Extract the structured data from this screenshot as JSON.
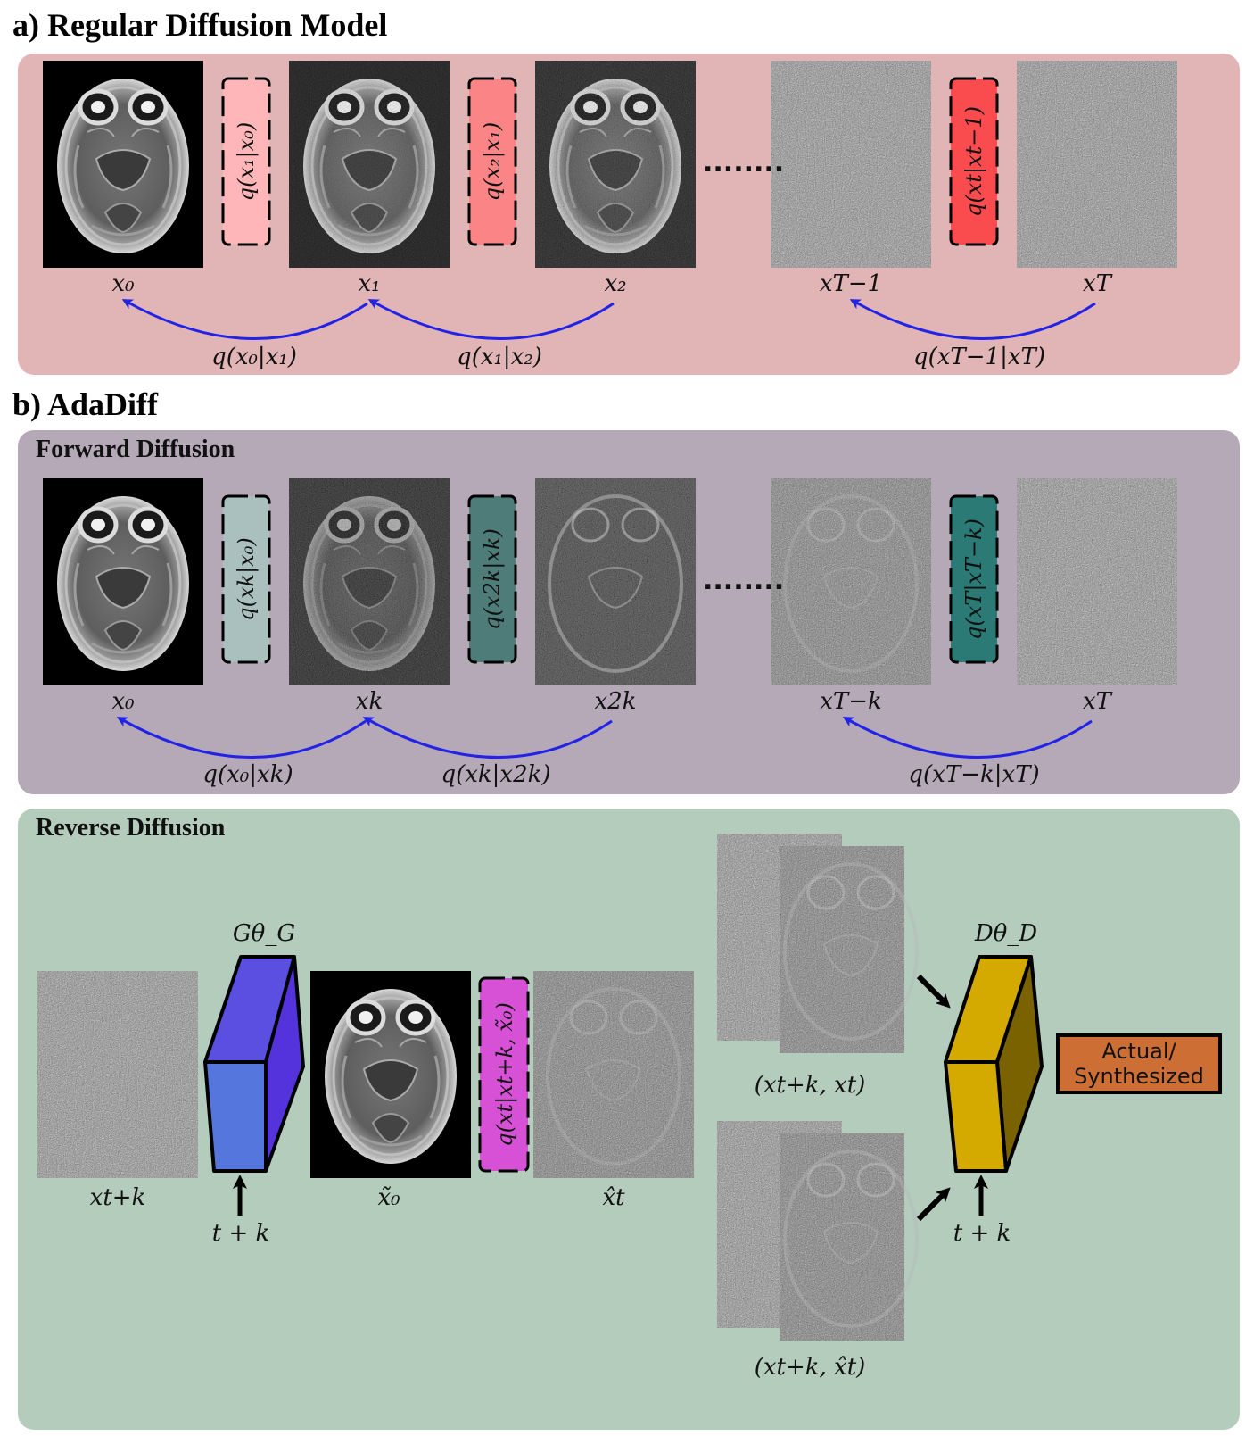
{
  "panel_a": {
    "title": "a) Regular Diffusion Model",
    "box_color": "#e1b4b6",
    "images": [
      {
        "label": "x₀",
        "kind": "brain"
      },
      {
        "label": "x₁",
        "kind": "brain-noisy"
      },
      {
        "label": "x₂",
        "kind": "brain-noisier"
      },
      {
        "label": "x_{T−1}",
        "kind": "noise"
      },
      {
        "label": "x_T",
        "kind": "noise"
      }
    ],
    "image_labels": [
      "x₀",
      "x₁",
      "x₂",
      "xT−1",
      "xT"
    ],
    "transitions": [
      {
        "label": "q(x₁|x₀)",
        "color": "#ffb6b8"
      },
      {
        "label": "q(x₂|x₁)",
        "color": "#fb8486"
      },
      {
        "label": "q(xt|xt−1)",
        "color": "#fa4c4f"
      }
    ],
    "reverse_labels": [
      "q(x₀|x₁)",
      "q(x₁|x₂)",
      "q(xT−1|xT)"
    ],
    "ellipsis": "........",
    "arrow_color": "#2323e6"
  },
  "panel_b": {
    "title": "b) AdaDiff",
    "forward": {
      "title": "Forward Diffusion",
      "box_color": "#b5a9b8",
      "image_labels": [
        "x₀",
        "xk",
        "x2k",
        "xT−k",
        "xT"
      ],
      "transitions": [
        {
          "label": "q(xk|x₀)",
          "color": "#aac0be"
        },
        {
          "label": "q(x2k|xk)",
          "color": "#4d7c79"
        },
        {
          "label": "q(xT|xT−k)",
          "color": "#2b7a75"
        }
      ],
      "reverse_labels": [
        "q(x₀|xk)",
        "q(xk|x2k)",
        "q(xT−k|xT)"
      ],
      "ellipsis": "........"
    },
    "reverse": {
      "title": "Reverse Diffusion",
      "box_color": "#b3ccbc",
      "input_label": "xt+k",
      "generator_label": "Gθ_G",
      "generator_colors": {
        "front": "#5577dd",
        "top": "#5a4fe0",
        "side": "#5433dc"
      },
      "time_label_g": "t + k",
      "x0_label": "x̃₀",
      "posterior_label": "q(xt|xt+k, x̃₀)",
      "posterior_color": "#d651d6",
      "xt_hat_label": "x̂t",
      "pair_real_label": "(xt+k, xt)",
      "pair_fake_label": "(xt+k, x̂t)",
      "discriminator_label": "Dθ_D",
      "discriminator_colors": {
        "front": "#d4aa00",
        "top": "#d4aa00",
        "side": "#7b6200"
      },
      "time_label_d": "t + k",
      "output_label_1": "Actual/",
      "output_label_2": "Synthesized",
      "output_color": "#cd6f34"
    }
  }
}
